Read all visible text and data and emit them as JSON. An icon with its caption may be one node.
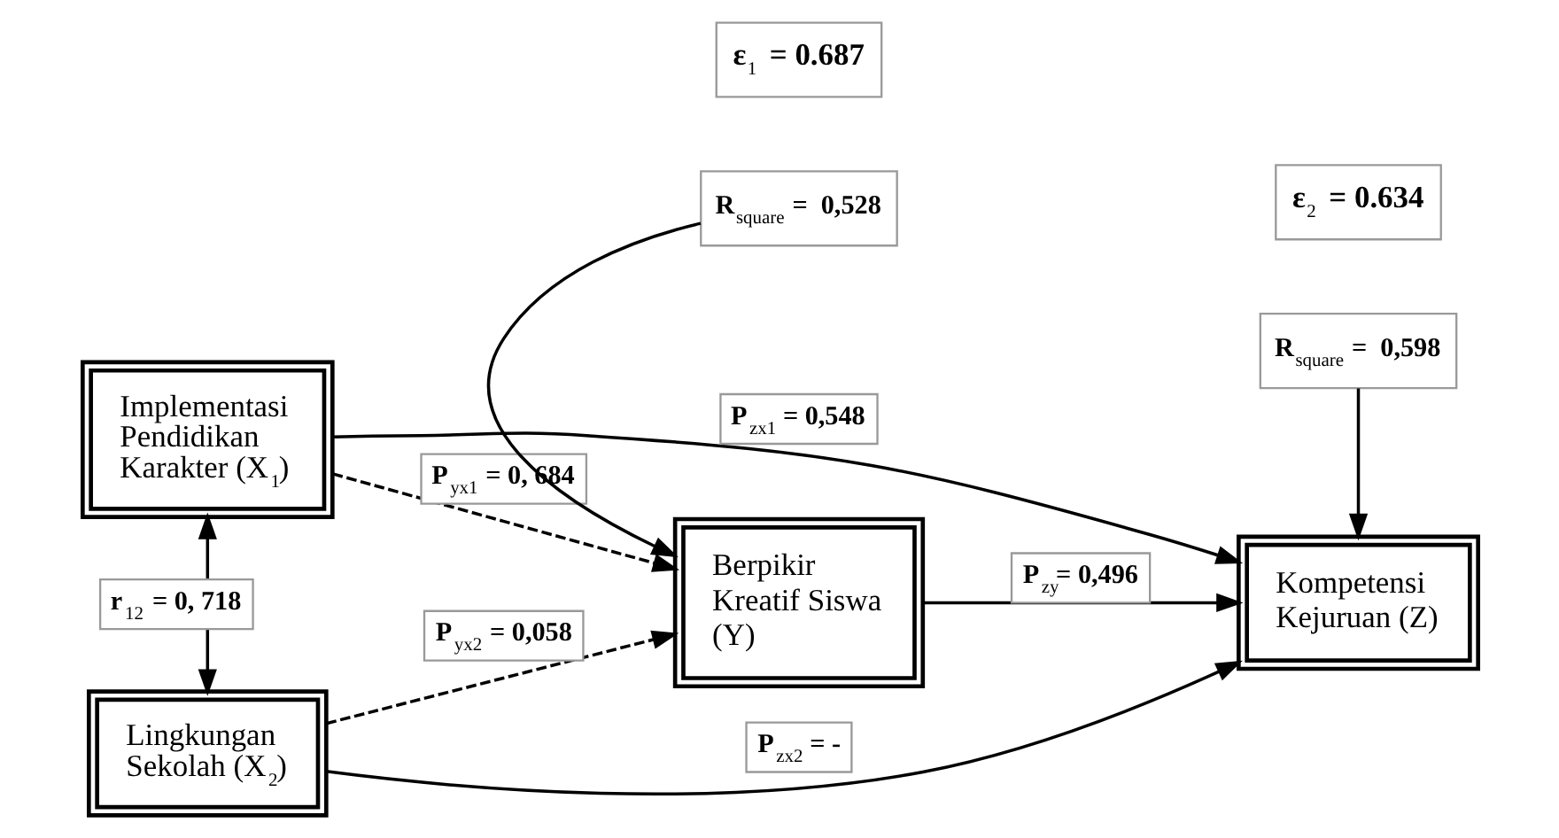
{
  "diagram": {
    "nodes": [
      {
        "text": [
          "Implementasi Pendidikan Karakter (X$_{1}$)"
        ]
      },
      {
        "text": [
          "Lingkungan Sekolah (X$_{2}$)"
        ]
      },
      {
        "text": [
          "Berpikir Kreatif Siswa (Y)"
        ]
      },
      {
        "text": [
          "Kompetensi Kejuruan (Z)"
        ]
      },
      {
        "text": [
          "R$_{square}$ =  0,528"
        ]
      },
      {
        "text": [
          "R$_{square}$ =  0,598"
        ]
      }
    ],
    "edges": [
      {
        "from": 0,
        "to": 3,
        "arrow": "to",
        "label": "P$_{zx1}$ = 0,548"
      },
      {
        "from": 0,
        "to": 1,
        "arrow": "both",
        "label": "r$_{12}$ = 0, 718"
      },
      {
        "from": 0,
        "to": 2,
        "arrow": "to",
        "style": "dashed",
        "label": "P$_{yx1}$ = 0, 684"
      },
      {
        "from": 1,
        "to": 2,
        "arrow": "to",
        "style": "dashed",
        "label": "P$_{yx2}$ = 0,058"
      },
      {
        "from": 2,
        "to": 3,
        "arrow": "to",
        "label": "P$_{zy}$= 0,496"
      },
      {
        "from": 1,
        "to": 3,
        "arrow": "to",
        "label": "P$_{zx2}$ = -"
      },
      {
        "from": 4,
        "to": 2,
        "arrow": "to"
      },
      {
        "from": 5,
        "to": 3,
        "arrow": "to"
      }
    ],
    "labels": [
      "ε$_{1}$ = 0.687",
      "ε$_{2}$ = 0.634"
    ]
  }
}
